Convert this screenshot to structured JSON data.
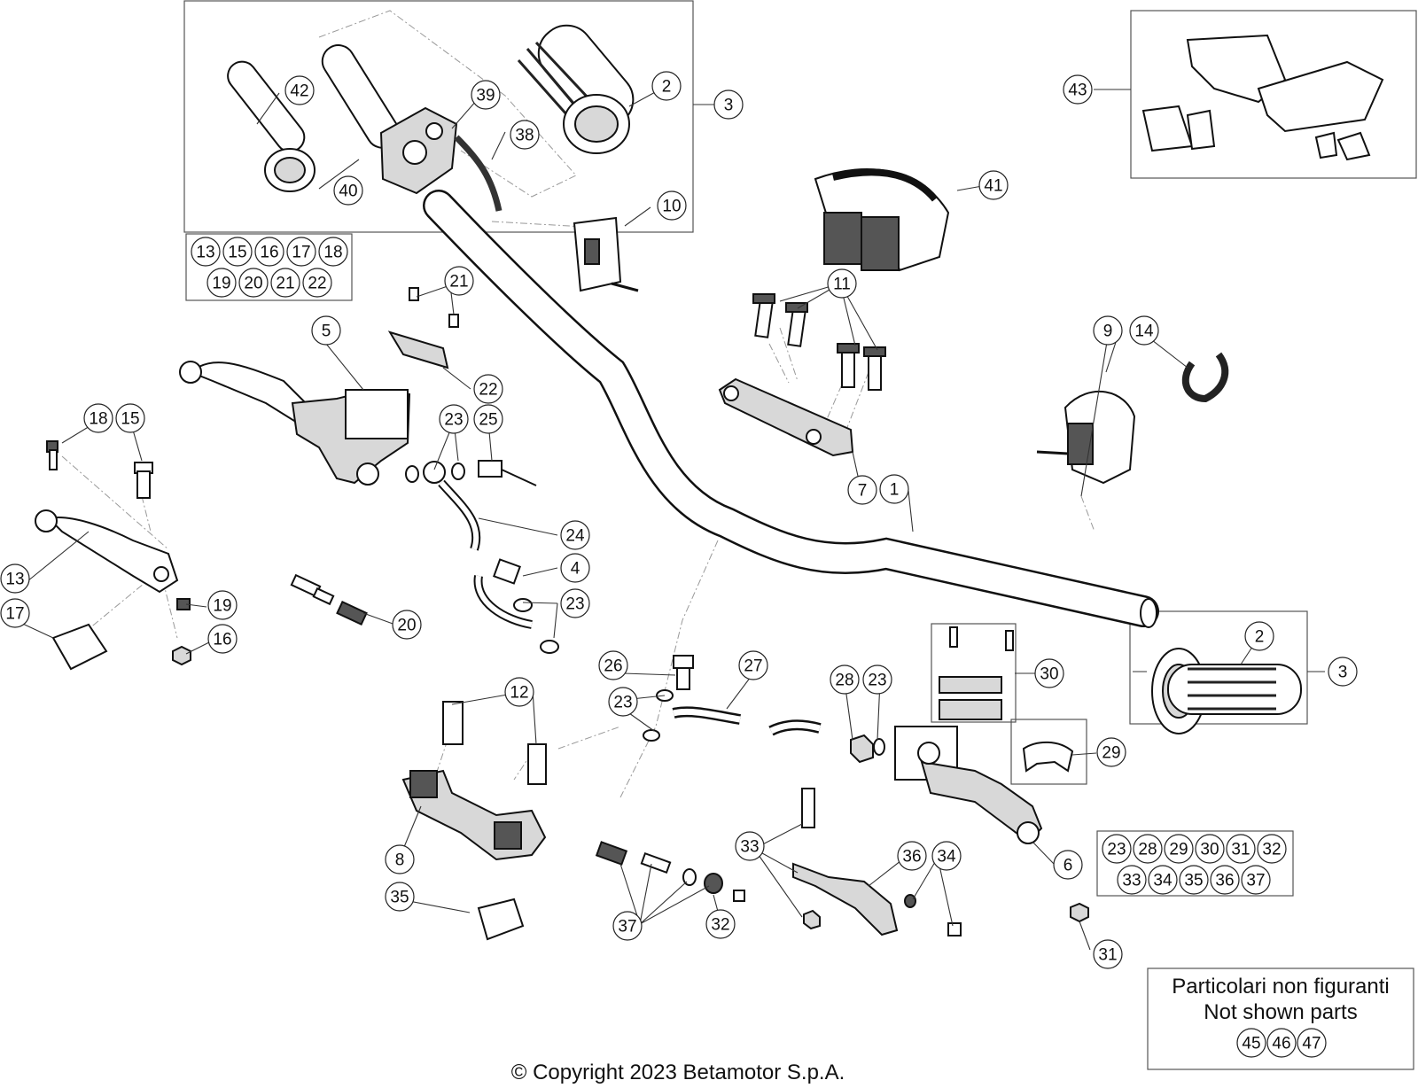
{
  "callouts": [
    {
      "n": "1"
    },
    {
      "n": "2"
    },
    {
      "n": "2"
    },
    {
      "n": "3"
    },
    {
      "n": "3"
    },
    {
      "n": "4"
    },
    {
      "n": "5"
    },
    {
      "n": "6"
    },
    {
      "n": "7"
    },
    {
      "n": "8"
    },
    {
      "n": "9"
    },
    {
      "n": "10"
    },
    {
      "n": "11"
    },
    {
      "n": "12"
    },
    {
      "n": "13"
    },
    {
      "n": "14"
    },
    {
      "n": "15"
    },
    {
      "n": "16"
    },
    {
      "n": "17"
    },
    {
      "n": "18"
    },
    {
      "n": "19"
    },
    {
      "n": "20"
    },
    {
      "n": "21"
    },
    {
      "n": "22"
    },
    {
      "n": "23"
    },
    {
      "n": "23"
    },
    {
      "n": "23"
    },
    {
      "n": "23"
    },
    {
      "n": "24"
    },
    {
      "n": "25"
    },
    {
      "n": "26"
    },
    {
      "n": "27"
    },
    {
      "n": "28"
    },
    {
      "n": "29"
    },
    {
      "n": "30"
    },
    {
      "n": "31"
    },
    {
      "n": "32"
    },
    {
      "n": "33"
    },
    {
      "n": "34"
    },
    {
      "n": "35"
    },
    {
      "n": "36"
    },
    {
      "n": "37"
    },
    {
      "n": "38"
    },
    {
      "n": "39"
    },
    {
      "n": "40"
    },
    {
      "n": "41"
    },
    {
      "n": "42"
    },
    {
      "n": "43"
    }
  ],
  "kit_left": {
    "row1": [
      "13",
      "15",
      "16",
      "17",
      "18"
    ],
    "row2": [
      "19",
      "20",
      "21",
      "22"
    ]
  },
  "kit_right": {
    "row1": [
      "23",
      "28",
      "29",
      "30",
      "31",
      "32"
    ],
    "row2": [
      "33",
      "34",
      "35",
      "36",
      "37"
    ]
  },
  "note": {
    "line1": "Particolari non figuranti",
    "line2": "Not shown parts",
    "parts": [
      "45",
      "46",
      "47"
    ]
  },
  "copyright": "© Copyright 2023 Betamotor S.p.A."
}
